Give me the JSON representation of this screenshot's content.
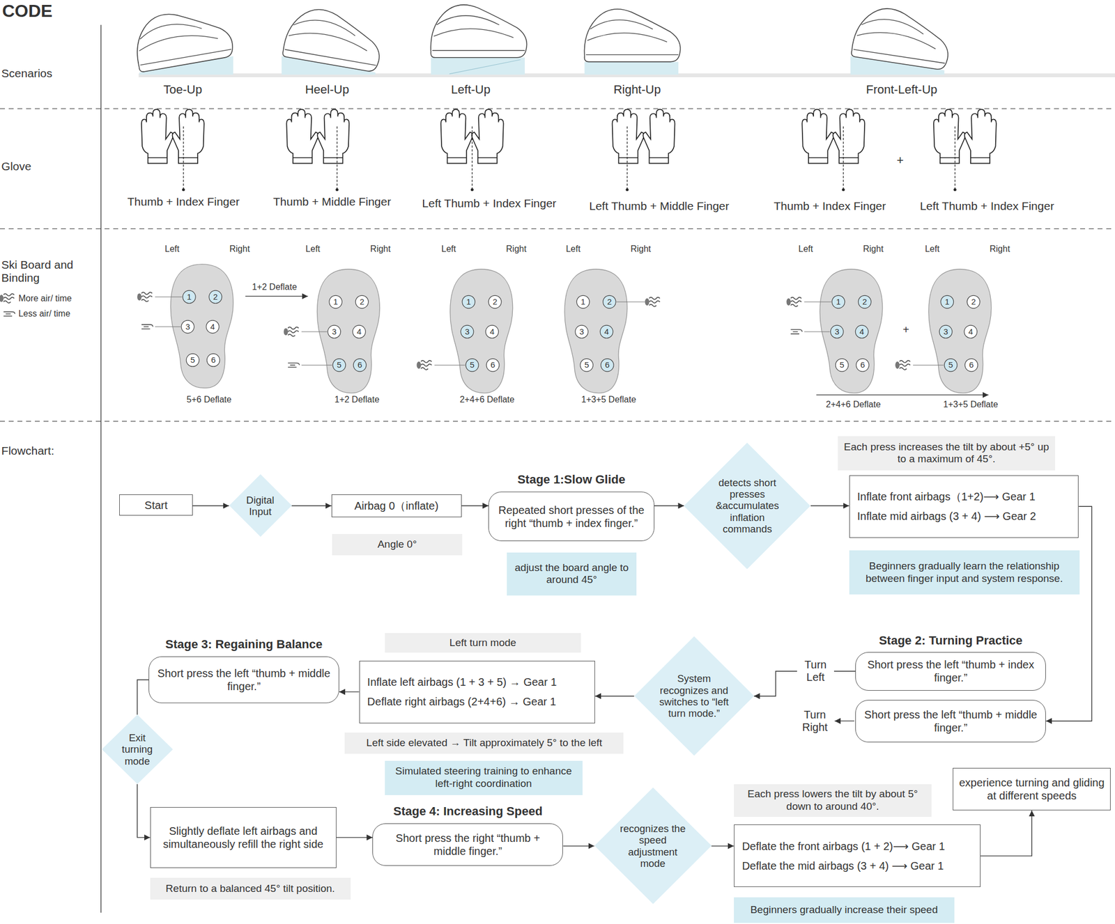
{
  "diagram": {
    "title": "CODE",
    "nodes": [
      {
        "text": [
          "Start"
        ]
      },
      {
        "text": [
          "Digital Input"
        ]
      },
      {
        "text": [
          "Airbag 0（inflate)"
        ]
      },
      {
        "text": [
          "Angle 0°"
        ]
      },
      {
        "text": [
          "Stage 1:Slow Glide",
          "Repeated short presses of the right “thumb + index finger.”"
        ]
      },
      {
        "text": [
          "adjust the board angle to around 45°"
        ]
      },
      {
        "text": [
          "detects short presses &accumulates inflation commands"
        ]
      },
      {
        "text": [
          "Each press increases the tilt by about +5° up to a maximum of 45°."
        ]
      },
      {
        "text": [
          "Inflate front airbags（1+2)⟶ Gear 1",
          "Inflate mid airbags (3 + 4) ⟶ Gear 2"
        ]
      },
      {
        "text": [
          "Beginners gradually learn the relationship between finger input and system response."
        ]
      },
      {
        "text": [
          "Stage 2: Turning Practice",
          "Short press the left “thumb + index finger.”"
        ]
      },
      {
        "text": [
          "Short press the left “thumb + middle finger.”"
        ]
      },
      {
        "text": [
          "System recognizes and switches to “left turn mode.”"
        ]
      },
      {
        "text": [
          "Left turn mode"
        ]
      },
      {
        "text": [
          "Inflate left airbags (1 + 3 + 5) → Gear 1",
          "Deflate right airbags (2+4+6) → Gear 1"
        ]
      },
      {
        "text": [
          "Left side elevated → Tilt approximately 5° to the left"
        ]
      },
      {
        "text": [
          "Simulated steering training to enhance left-right coordination"
        ]
      },
      {
        "text": [
          "Stage 3: Regaining Balance",
          "Short press the left “thumb + middle finger.”"
        ]
      },
      {
        "text": [
          "Exit turning mode"
        ]
      },
      {
        "text": [
          "Slightly deflate left airbags and simultaneously refill the right side"
        ]
      },
      {
        "text": [
          "Return to a balanced 45° tilt position."
        ]
      },
      {
        "text": [
          "Stage 4: Increasing Speed",
          "Short press the right “thumb + middle finger.”"
        ]
      },
      {
        "text": [
          "recognizes the speed adjustment mode"
        ]
      },
      {
        "text": [
          "Each press lowers the tilt by about 5° down to around 40°."
        ]
      },
      {
        "text": [
          "Deflate the front airbags (1 + 2)⟶ Gear 1",
          "Deflate the mid airbags (3 + 4) ⟶ Gear 1"
        ]
      },
      {
        "text": [
          "Beginners gradually increase their speed"
        ]
      },
      {
        "text": [
          "experience turning and gliding at different speeds"
        ]
      }
    ],
    "edges": [
      {
        "from": 0,
        "to": 1,
        "arrow": "to"
      },
      {
        "from": 1,
        "to": 2,
        "arrow": "to"
      },
      {
        "from": 2,
        "to": 4,
        "arrow": "to"
      },
      {
        "from": 4,
        "to": 6,
        "arrow": "to"
      },
      {
        "from": 6,
        "to": 8,
        "arrow": "to"
      },
      {
        "from": 8,
        "to": 11,
        "arrow": "to"
      },
      {
        "from": 10,
        "to": 12,
        "label": "Turn Left",
        "arrow": "to"
      },
      {
        "from": 12,
        "to": 14,
        "arrow": "to"
      },
      {
        "from": 14,
        "to": 17,
        "arrow": "to"
      },
      {
        "from": 17,
        "to": 18,
        "arrow": "none"
      },
      {
        "from": 18,
        "to": 19,
        "arrow": "to"
      },
      {
        "from": 19,
        "to": 21,
        "arrow": "to"
      },
      {
        "from": 21,
        "to": 22,
        "arrow": "to"
      },
      {
        "from": 22,
        "to": 24,
        "arrow": "to"
      },
      {
        "from": 24,
        "to": 26,
        "arrow": "to"
      }
    ],
    "labels": [
      "Scenarios",
      "Glove",
      "Ski Board and Binding",
      "Flowchart:",
      "Toe-Up",
      "Heel-Up",
      "Left-Up",
      "Right-Up",
      "Front-Left-Up",
      "Thumb + Index Finger",
      "Thumb + Middle Finger",
      "Left Thumb + Index Finger",
      "Left Thumb + Middle Finger",
      "Thumb + Index Finger",
      "Left Thumb + Index Finger",
      "+",
      "Left",
      "Right",
      "1",
      "2",
      "3",
      "4",
      "5",
      "6",
      "Left",
      "Right",
      "1",
      "2",
      "3",
      "4",
      "5",
      "6",
      "Left",
      "Right",
      "1",
      "2",
      "3",
      "4",
      "5",
      "6",
      "Left",
      "Right",
      "1",
      "2",
      "3",
      "4",
      "5",
      "6",
      "Left",
      "Right",
      "1",
      "2",
      "3",
      "4",
      "5",
      "6",
      "Left",
      "Right",
      "1",
      "2",
      "3",
      "4",
      "5",
      "6",
      "1+2 Deflate",
      "5+6 Deflate",
      "1+2 Deflate",
      "2+4+6 Deflate",
      "1+3+5 Deflate",
      "+",
      "2+4+6 Deflate",
      "1+3+5 Deflate",
      "Turn Right"
    ],
    "legend": [
      {
        "text": "More air/ time"
      },
      {
        "text": "Less air/ time"
      }
    ]
  }
}
